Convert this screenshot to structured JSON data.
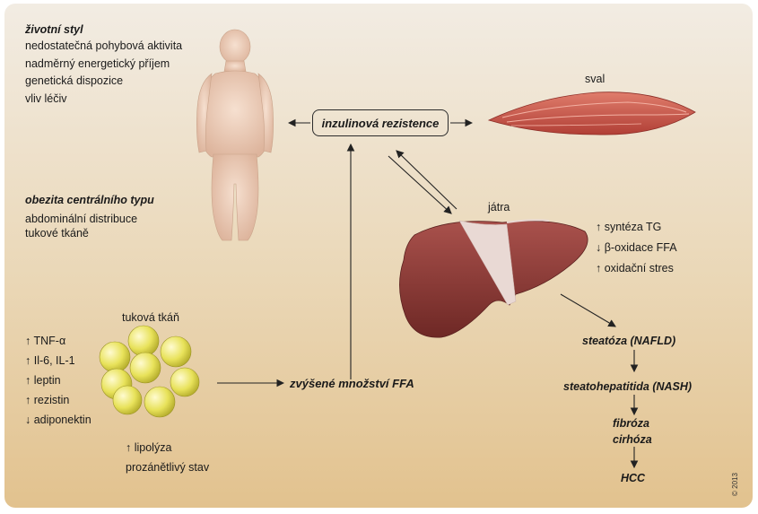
{
  "lifestyle": {
    "title": "životní styl",
    "items": [
      "nedostatečná pohybová aktivita",
      "nadměrný energetický příjem",
      "genetická dispozice",
      "vliv léčiv"
    ]
  },
  "obesity": {
    "title": "obezita centrálního typu",
    "lines": [
      "abdominální distribuce",
      "tukové tkáně"
    ]
  },
  "insulin_resistance": "inzulinová rezistence",
  "muscle_label": "sval",
  "liver": {
    "label": "játra",
    "effects": [
      "↑ syntéza TG",
      "↓ β-oxidace FFA",
      "↑ oxidační stres"
    ]
  },
  "adipose": {
    "label": "tuková tkáň",
    "markers": [
      "↑ TNF-α",
      "↑ Il-6, IL-1",
      "↑ leptin",
      "↑ rezistin",
      "↓ adiponektin"
    ],
    "bottom": [
      "↑ lipolýza",
      "prozánětlivý stav"
    ]
  },
  "ffa": "zvýšené množství FFA",
  "progression": [
    "steatóza (NAFLD)",
    "steatohepatitida (NASH)",
    "fibróza",
    "cirhóza",
    "HCC"
  ],
  "signature": "© 2013",
  "colors": {
    "liver": "#8b3b38",
    "muscle": "#c9574a",
    "fat": "#e6e05a",
    "body": "#efd2c0"
  }
}
